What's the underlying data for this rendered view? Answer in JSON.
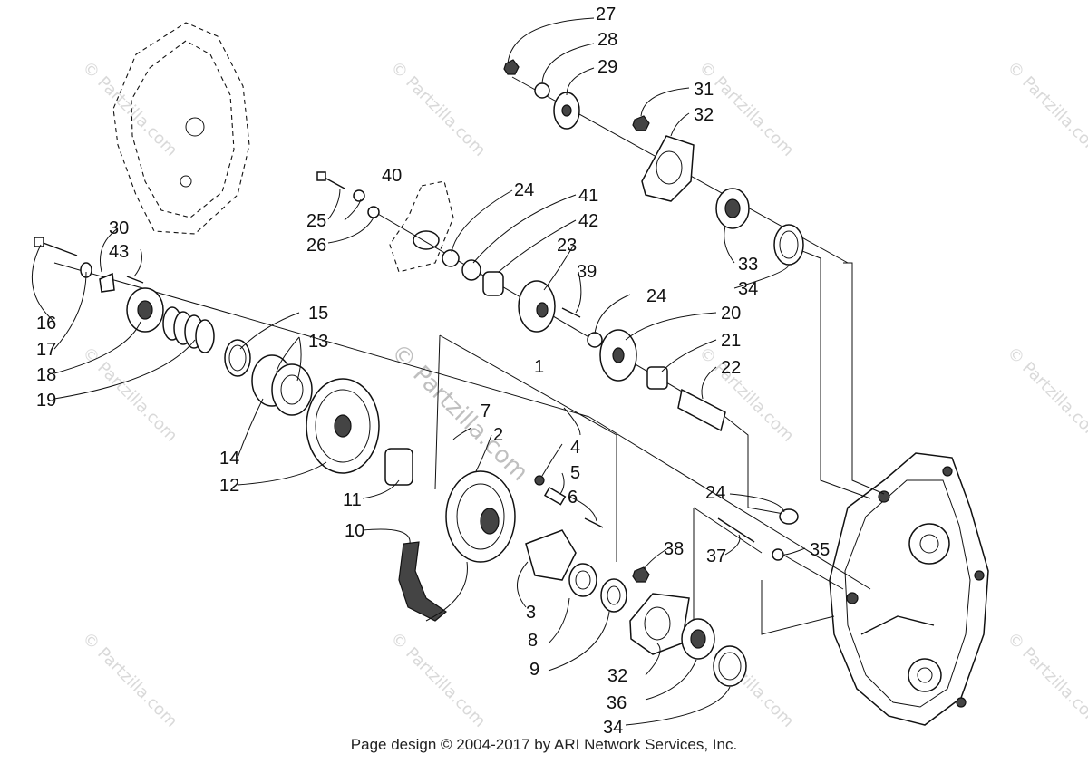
{
  "footer": {
    "text": "Page design © 2004-2017 by ARI Network Services, Inc."
  },
  "watermarks": {
    "site": "© Partzilla.com"
  },
  "parts": [
    "1",
    "2",
    "3",
    "4",
    "5",
    "6",
    "7",
    "8",
    "9",
    "10",
    "11",
    "12",
    "13",
    "14",
    "15",
    "16",
    "17",
    "18",
    "19",
    "20",
    "21",
    "22",
    "23",
    "24",
    "24",
    "24",
    "25",
    "26",
    "27",
    "28",
    "29",
    "30",
    "43",
    "31",
    "32",
    "32",
    "33",
    "34",
    "34",
    "35",
    "36",
    "37",
    "38",
    "39",
    "40",
    "41",
    "42"
  ]
}
